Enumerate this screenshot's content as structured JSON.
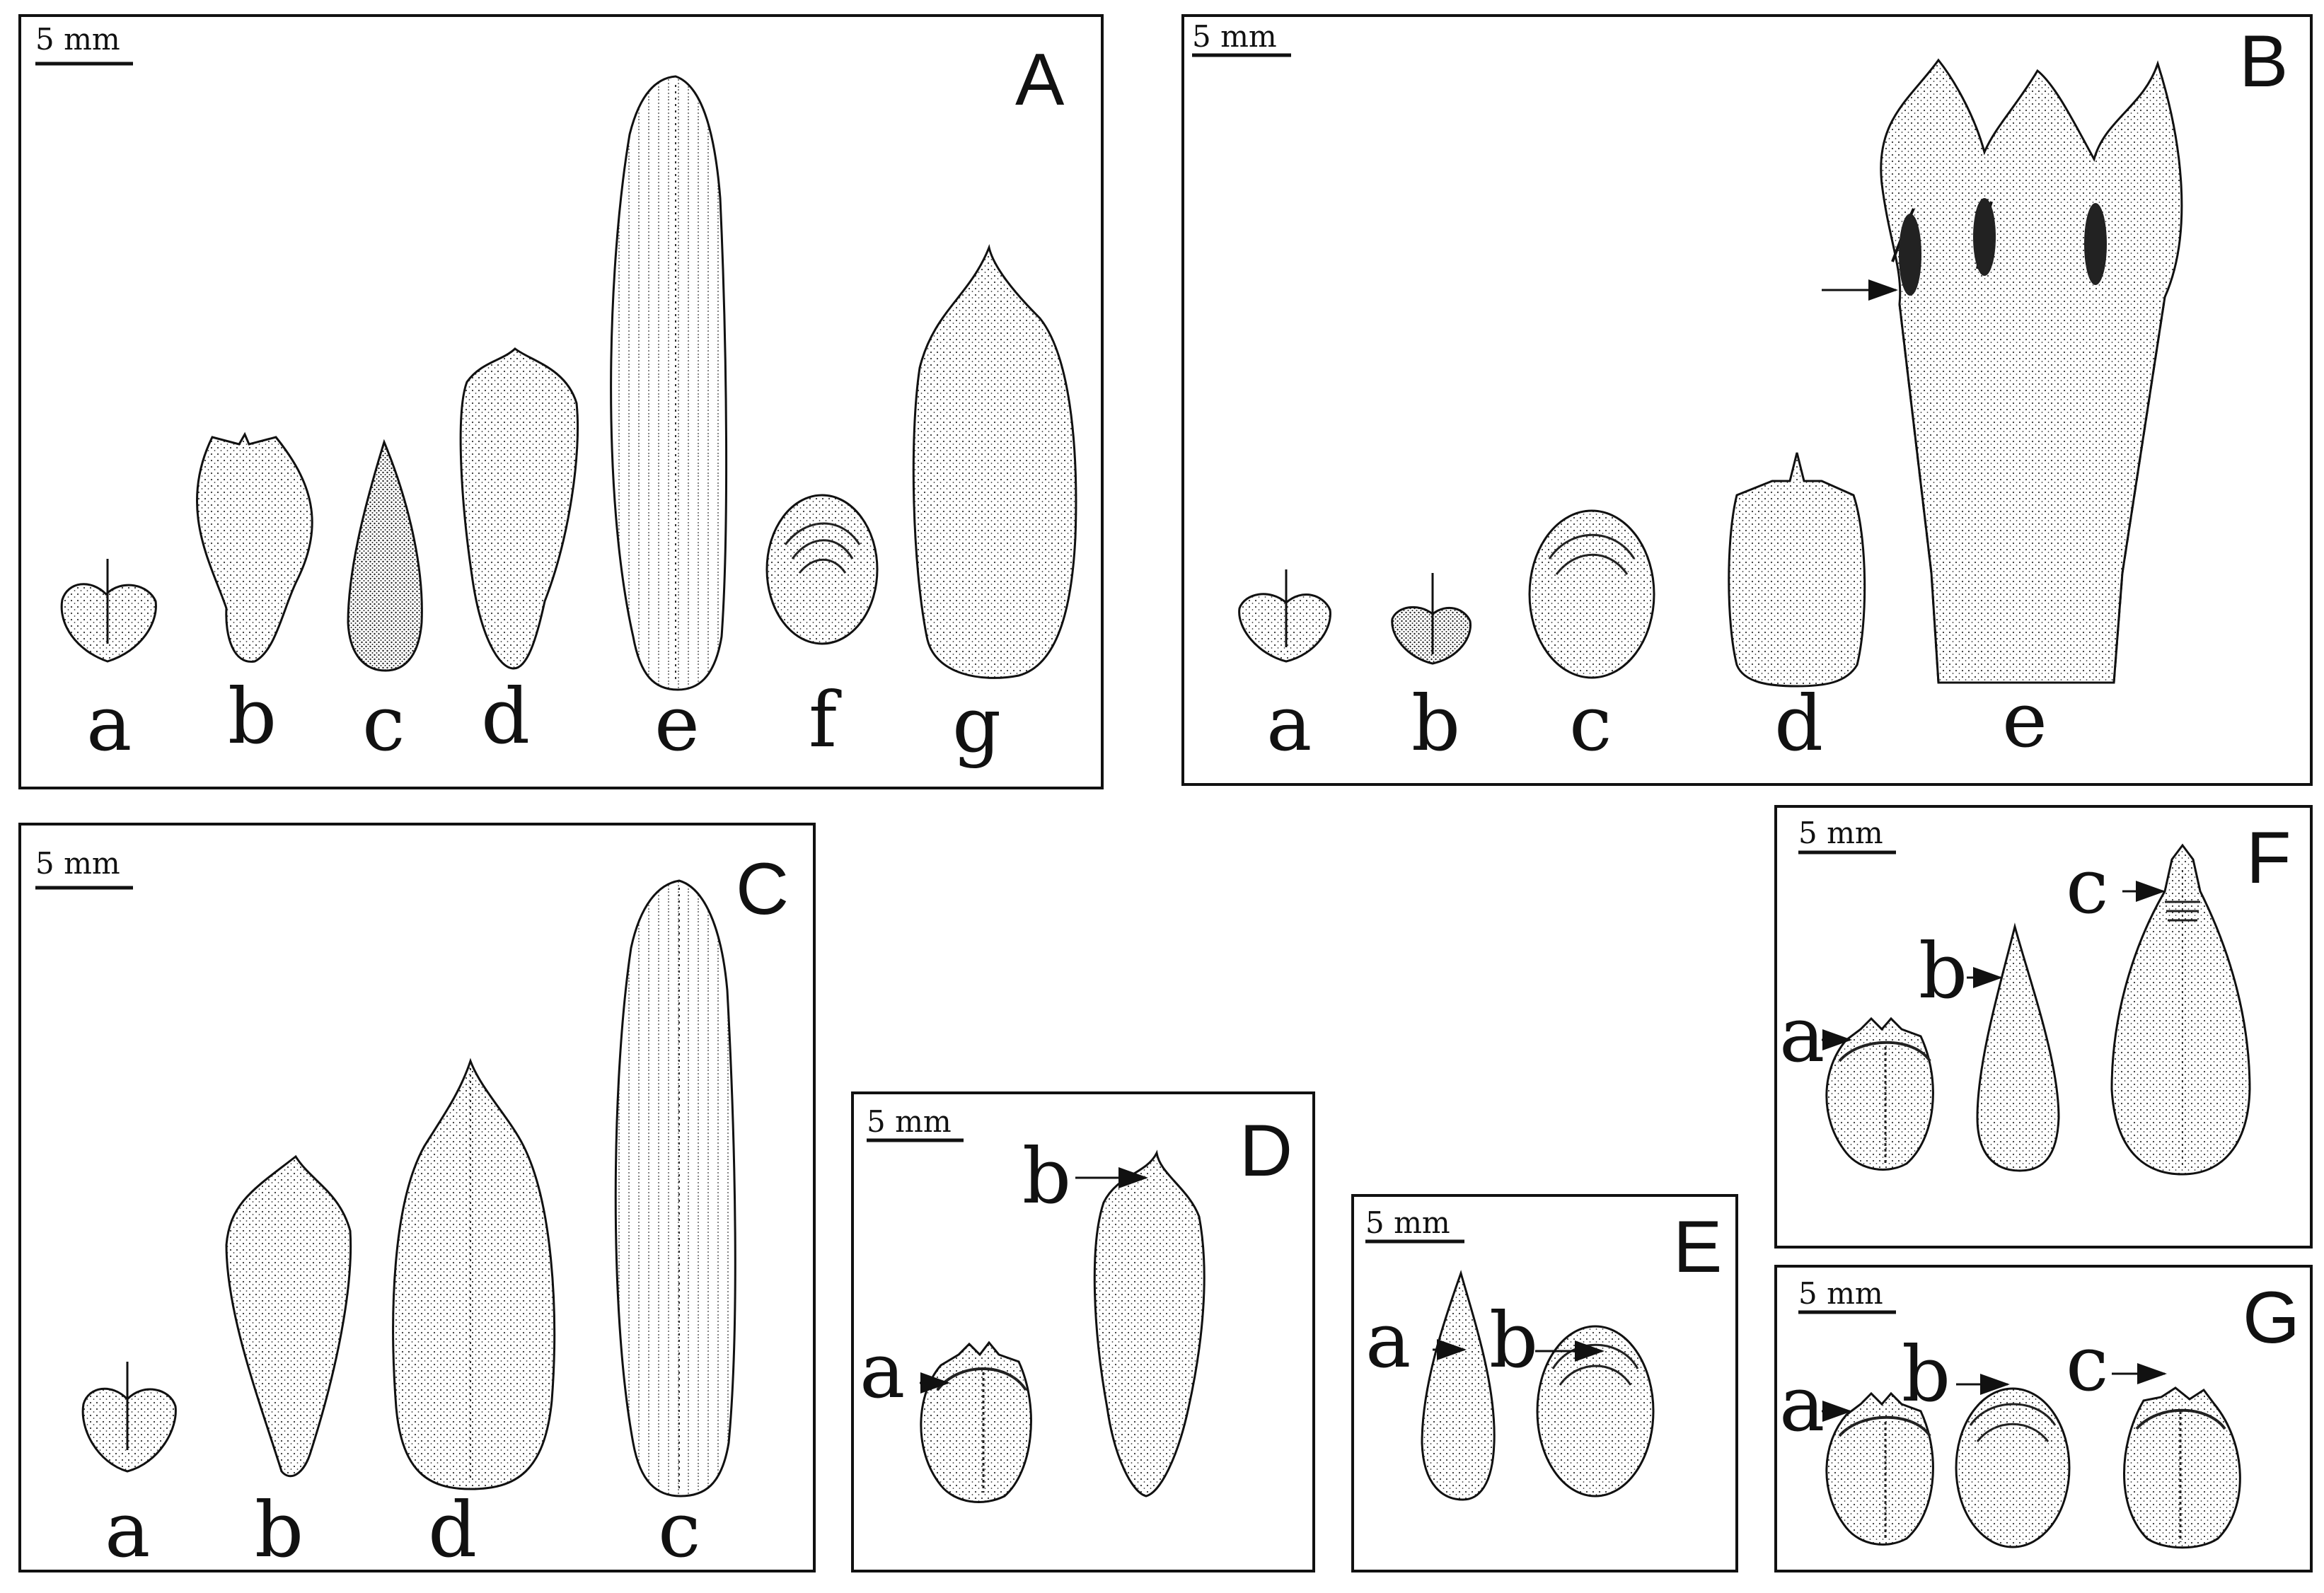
{
  "figure": {
    "panels": [
      {
        "id": "A",
        "label": "A",
        "scale": "5 mm",
        "letters": [
          "a",
          "b",
          "c",
          "d",
          "e",
          "f",
          "g"
        ]
      },
      {
        "id": "B",
        "label": "B",
        "scale": "5 mm",
        "letters": [
          "a",
          "b",
          "c",
          "d",
          "e"
        ]
      },
      {
        "id": "C",
        "label": "C",
        "scale": "5 mm",
        "letters": [
          "a",
          "b",
          "d",
          "c"
        ]
      },
      {
        "id": "D",
        "label": "D",
        "scale": "5 mm",
        "letters": [
          "a",
          "b"
        ]
      },
      {
        "id": "E",
        "label": "E",
        "scale": "5 mm",
        "letters": [
          "a",
          "b"
        ]
      },
      {
        "id": "F",
        "label": "F",
        "scale": "5 mm",
        "letters": [
          "a",
          "b",
          "c"
        ]
      },
      {
        "id": "G",
        "label": "G",
        "scale": "5 mm",
        "letters": [
          "a",
          "b",
          "c"
        ]
      }
    ]
  },
  "colors": {
    "ink": "#111111",
    "stipple": "#333333",
    "background": "#ffffff"
  }
}
